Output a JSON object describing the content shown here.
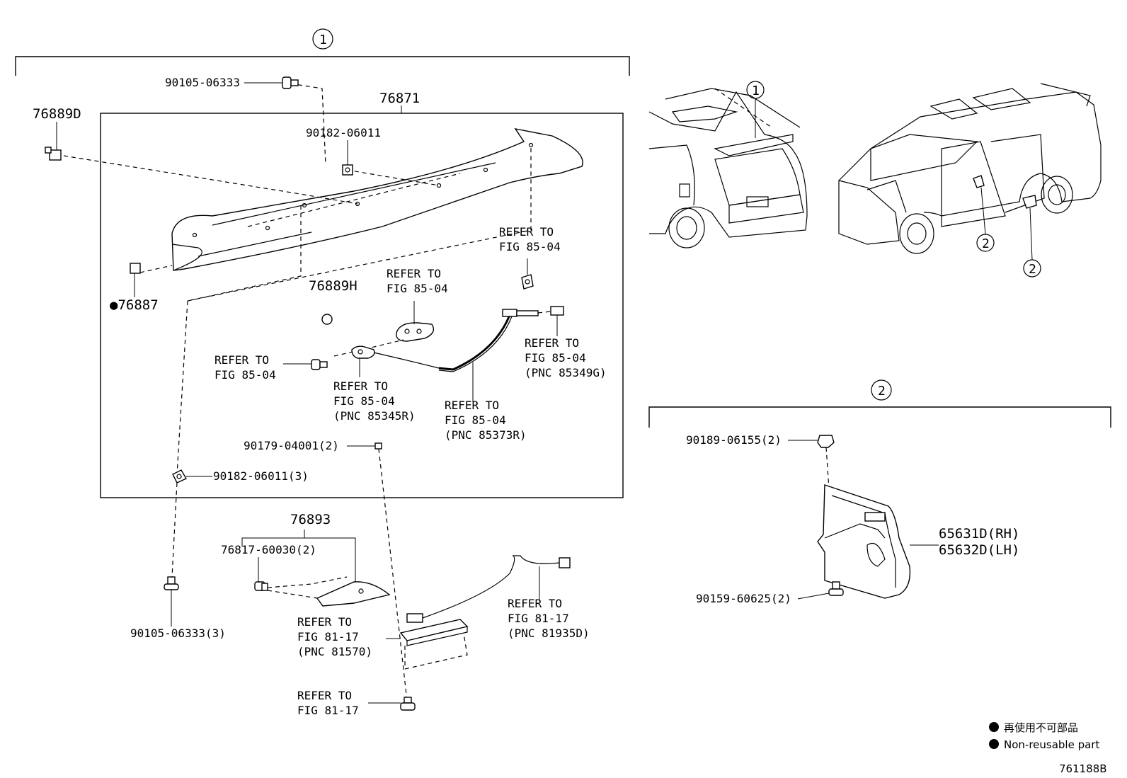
{
  "groups": {
    "g1": "①",
    "g2": "②"
  },
  "parts": {
    "p76871": "76871",
    "p76889D": "76889D",
    "p76887": "●76887",
    "p76889H": "76889H",
    "p90105a": "90105-06333",
    "p90182a": "90182-06011",
    "p90182b": "90182-06011(3)",
    "p90179": "90179-04001(2)",
    "p90105b": "90105-06333(3)",
    "p76893": "76893",
    "p76817": "76817-60030(2)",
    "p90189": "90189-06155(2)",
    "p65631": "65631D(RH)",
    "p65632": "65632D(LH)",
    "p90159": "90159-60625(2)"
  },
  "refs": {
    "r1a": "REFER TO",
    "r1b": "FIG 85-04",
    "r2a": "REFER TO",
    "r2b": "FIG 85-04",
    "r3a": "REFER TO",
    "r3b": "FIG 85-04",
    "r4a": "REFER TO",
    "r4b": "FIG 85-04",
    "r4c": "(PNC 85345R)",
    "r5a": "REFER TO",
    "r5b": "FIG 85-04",
    "r5c": "(PNC 85373R)",
    "r6a": "REFER TO",
    "r6b": "FIG 85-04",
    "r6c": "(PNC 85349G)",
    "r7a": "REFER TO",
    "r7b": "FIG 81-17",
    "r7c": "(PNC 81570)",
    "r8a": "REFER TO",
    "r8b": "FIG 81-17",
    "r8c": "(PNC 81935D)",
    "r9a": "REFER TO",
    "r9b": "FIG 81-17"
  },
  "callouts": {
    "c1": "①",
    "c2a": "②",
    "c2b": "②"
  },
  "legend": {
    "jp": "再使用不可部品",
    "en": "Non-reusable part"
  },
  "diagram_id": "761188B"
}
